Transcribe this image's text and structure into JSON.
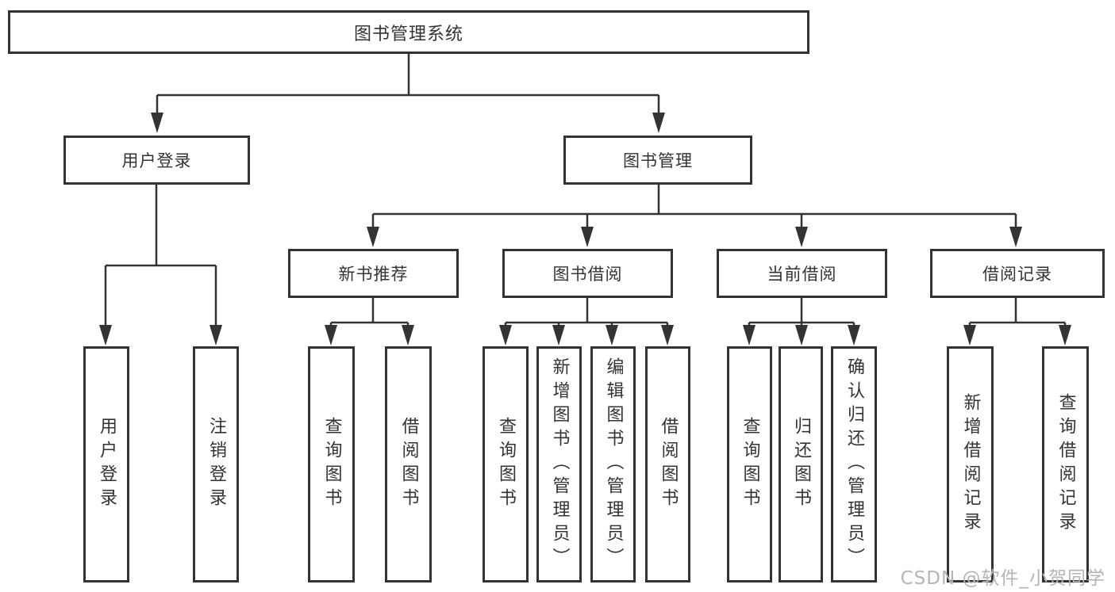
{
  "diagram": {
    "root": {
      "label": "图书管理系统"
    },
    "level2": [
      {
        "label": "用户登录",
        "children": [
          {
            "label": "用户登录"
          },
          {
            "label": "注销登录"
          }
        ]
      },
      {
        "label": "图书管理",
        "children": [
          {
            "label": "新书推荐",
            "children": [
              {
                "label": "查询图书"
              },
              {
                "label": "借阅图书"
              }
            ]
          },
          {
            "label": "图书借阅",
            "children": [
              {
                "label": "查询图书"
              },
              {
                "label": "新增图书（管理员）"
              },
              {
                "label": "编辑图书（管理员）"
              },
              {
                "label": "借阅图书"
              }
            ]
          },
          {
            "label": "当前借阅",
            "children": [
              {
                "label": "查询图书"
              },
              {
                "label": "归还图书"
              },
              {
                "label": "确认归还（管理员）"
              }
            ]
          },
          {
            "label": "借阅记录",
            "children": [
              {
                "label": "新增借阅记录"
              },
              {
                "label": "查询借阅记录"
              }
            ]
          }
        ]
      }
    ],
    "watermark": "CSDN @软件_小贺同学"
  },
  "colors": {
    "line": "#333333",
    "border": "#333333",
    "text": "#333333",
    "watermark": "#b5b5b5",
    "background": "#ffffff"
  }
}
